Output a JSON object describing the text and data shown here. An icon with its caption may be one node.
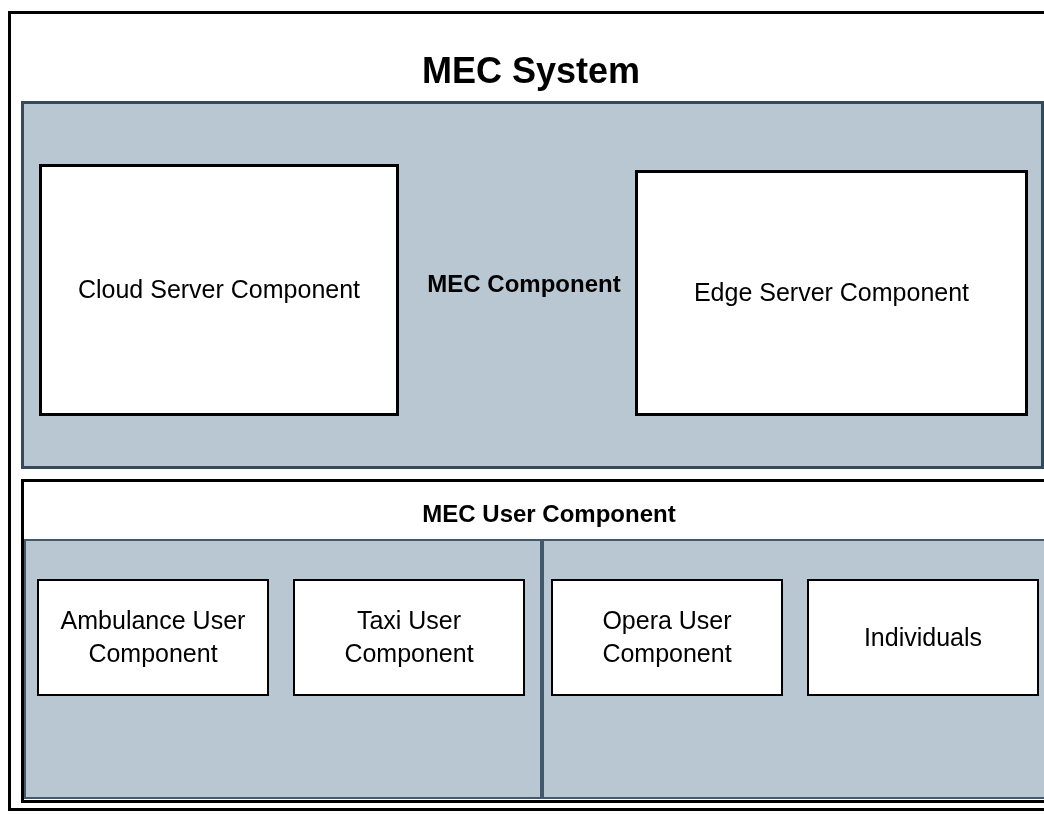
{
  "diagram": {
    "nodes": [
      {
        "text": [
          "MEC System"
        ]
      },
      {
        "text": [
          "MEC Component"
        ],
        "in": 0
      },
      {
        "text": [
          "Cloud Server Component"
        ],
        "in": 1
      },
      {
        "text": [
          "Edge Server Component"
        ],
        "in": 1
      },
      {
        "text": [
          "MEC User Component"
        ],
        "in": 0
      },
      {
        "text": [],
        "shape": "box",
        "in": 4
      },
      {
        "text": [
          "Ambulance User Component"
        ],
        "in": 5
      },
      {
        "text": [
          "Taxi User Component"
        ],
        "in": 5
      },
      {
        "text": [],
        "shape": "box",
        "in": 4
      },
      {
        "text": [
          "Opera User Component"
        ],
        "in": 8
      },
      {
        "text": [
          "Individuals"
        ],
        "in": 8
      }
    ]
  }
}
